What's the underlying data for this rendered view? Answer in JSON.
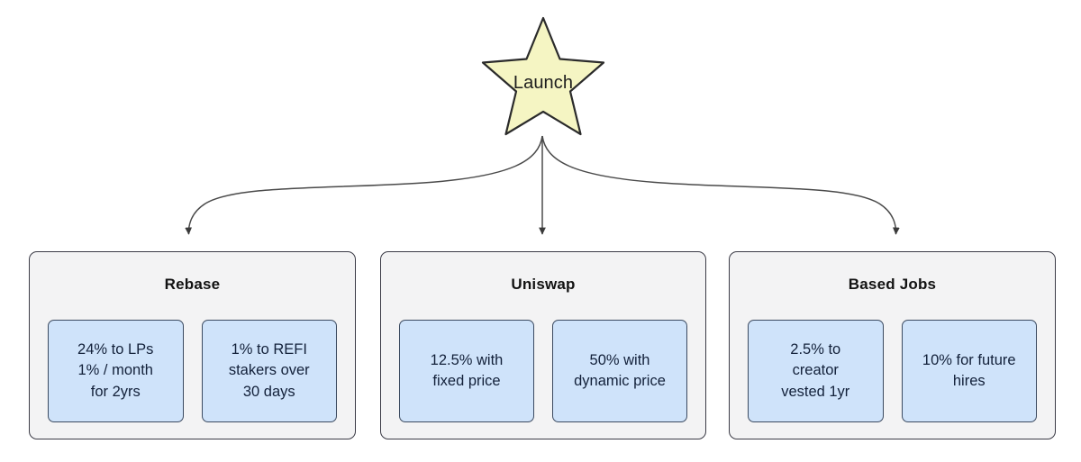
{
  "diagram": {
    "type": "flowchart",
    "root": {
      "id": "launch",
      "shape": "star",
      "label": "Launch",
      "fill": "#f5f5c3",
      "stroke": "#2b2b2b"
    },
    "groups": [
      {
        "id": "rebase",
        "title": "Rebase",
        "fill": "#f3f3f4",
        "stroke": "#3b3b46",
        "items": [
          {
            "id": "rebase-lps",
            "label": "24% to LPs\n1% / month\nfor 2yrs"
          },
          {
            "id": "rebase-refi",
            "label": "1% to REFI\nstakers over\n30 days"
          }
        ]
      },
      {
        "id": "uniswap",
        "title": "Uniswap",
        "fill": "#f3f3f4",
        "stroke": "#3b3b46",
        "items": [
          {
            "id": "uniswap-fixed",
            "label": "12.5% with\nfixed price"
          },
          {
            "id": "uniswap-dynamic",
            "label": "50% with\ndynamic price"
          }
        ]
      },
      {
        "id": "based-jobs",
        "title": "Based Jobs",
        "fill": "#f3f3f4",
        "stroke": "#3b3b46",
        "items": [
          {
            "id": "based-creator",
            "label": "2.5% to\ncreator\nvested 1yr"
          },
          {
            "id": "based-hires",
            "label": "10% for future\nhires"
          }
        ]
      }
    ],
    "edges": [
      {
        "id": "launch-to-rebase",
        "from": "launch",
        "to": "rebase",
        "arrow": "triangle"
      },
      {
        "id": "launch-to-uniswap",
        "from": "launch",
        "to": "uniswap",
        "arrow": "triangle"
      },
      {
        "id": "launch-to-based-jobs",
        "from": "launch",
        "to": "based-jobs",
        "arrow": "triangle"
      }
    ],
    "colors": {
      "leaf_fill": "#cfe3fa",
      "leaf_stroke": "#3b4a60",
      "edge_stroke": "#4a4a4a",
      "canvas": "#ffffff"
    }
  }
}
